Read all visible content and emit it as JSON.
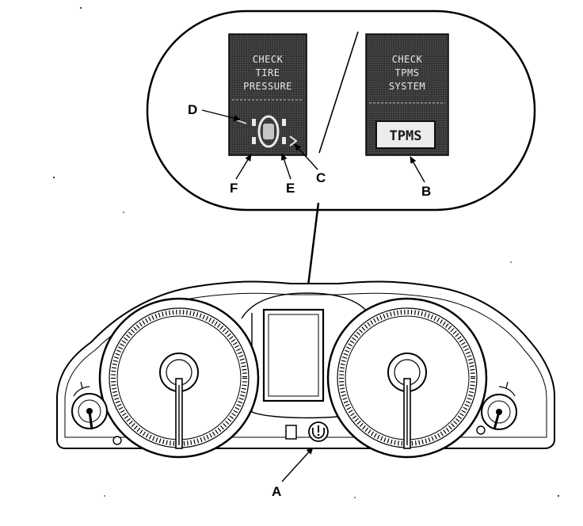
{
  "left_screen": {
    "lines": [
      "CHECK",
      "TIRE",
      "PRESSURE"
    ]
  },
  "right_screen": {
    "lines": [
      "CHECK",
      "TPMS",
      "SYSTEM"
    ],
    "indicator_label": "TPMS"
  },
  "callouts": {
    "a": "A",
    "b": "B",
    "c": "C",
    "d": "D",
    "e": "E",
    "f": "F"
  },
  "icons": {
    "tpms_warning": "tpms-warning-lamp-icon",
    "car_top_view": "car-top-view-icon"
  },
  "colors": {
    "lcd_background": "#3a3a3a",
    "lcd_text": "#e9e9e9",
    "line_art": "#000000"
  }
}
